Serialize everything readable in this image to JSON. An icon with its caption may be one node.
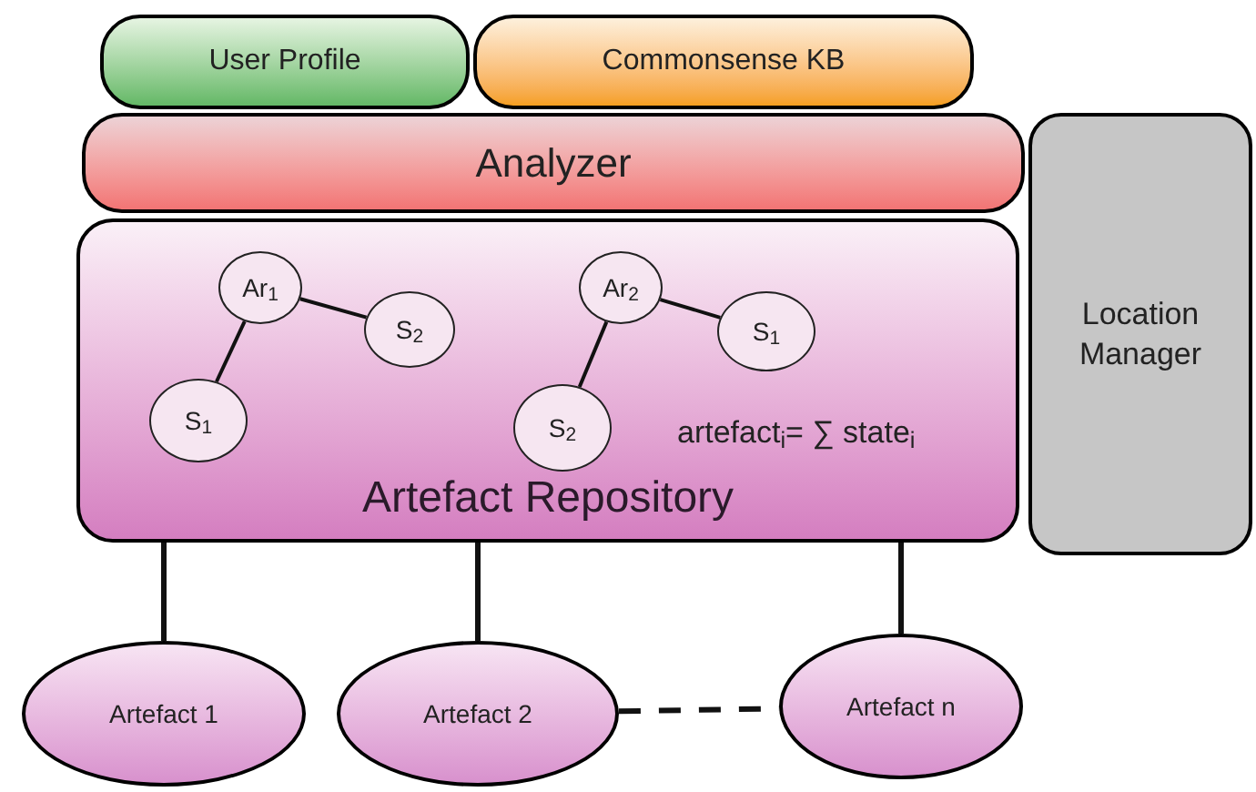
{
  "diagram": {
    "nodes": [
      {
        "text": [
          "User Profile"
        ]
      },
      {
        "text": [
          "Commonsense KB"
        ]
      },
      {
        "text": [
          "Analyzer"
        ]
      },
      {
        "text": [
          "Location Manager"
        ]
      },
      {
        "text": [
          "artefact$_{i}$= ∑ state$_{i}$",
          "Artefact Repository"
        ]
      },
      {
        "text": [
          "Ar$_{1}$"
        ],
        "in": 4
      },
      {
        "text": [
          "S$_{2}$"
        ],
        "in": 4
      },
      {
        "text": [
          "S$_{1}$"
        ],
        "in": 4
      },
      {
        "text": [
          "Ar$_{2}$"
        ],
        "in": 4
      },
      {
        "text": [
          "S$_{1}$"
        ],
        "in": 4
      },
      {
        "text": [
          "S$_{2}$"
        ],
        "in": 4
      },
      {
        "text": [
          "Artefact 1"
        ]
      },
      {
        "text": [
          "Artefact 2"
        ]
      },
      {
        "text": [
          "Artefact n"
        ]
      }
    ],
    "edges": [
      {
        "from": 5,
        "to": 6,
        "arrow": "none"
      },
      {
        "from": 5,
        "to": 7,
        "arrow": "none"
      },
      {
        "from": 8,
        "to": 9,
        "arrow": "none"
      },
      {
        "from": 8,
        "to": 10,
        "arrow": "none"
      },
      {
        "from": 4,
        "to": 11,
        "arrow": "none"
      },
      {
        "from": 4,
        "to": 12,
        "arrow": "none"
      },
      {
        "from": 4,
        "to": 13,
        "arrow": "none"
      },
      {
        "from": 12,
        "to": 13,
        "arrow": "none",
        "style": "dashed"
      }
    ]
  }
}
